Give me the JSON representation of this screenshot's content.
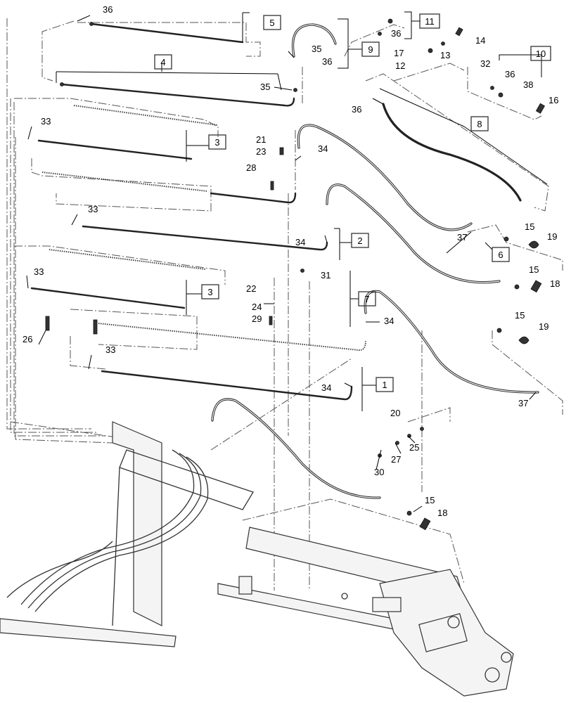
{
  "callouts": {
    "box_1": "1",
    "box_2": "2",
    "box_3a": "3",
    "box_3b": "3",
    "box_4": "4",
    "box_5": "5",
    "box_6": "6",
    "box_7": "7",
    "box_8": "8",
    "box_9": "9",
    "box_10": "10",
    "box_11": "11",
    "n12": "12",
    "n13": "13",
    "n14": "14",
    "n15a": "15",
    "n15b": "15",
    "n15c": "15",
    "n15d": "15",
    "n16": "16",
    "n17": "17",
    "n18a": "18",
    "n18b": "18",
    "n19a": "19",
    "n19b": "19",
    "n20": "20",
    "n21": "21",
    "n22": "22",
    "n23": "23",
    "n24": "24",
    "n25": "25",
    "n26": "26",
    "n27": "27",
    "n28": "28",
    "n29": "29",
    "n30": "30",
    "n31": "31",
    "n32": "32",
    "n33a": "33",
    "n33b": "33",
    "n33c": "33",
    "n33d": "33",
    "n34a": "34",
    "n34b": "34",
    "n34c": "34",
    "n34d": "34",
    "n35a": "35",
    "n35b": "35",
    "n36a": "36",
    "n36b": "36",
    "n36c": "36",
    "n36d": "36",
    "n36e": "36",
    "n37a": "37",
    "n37b": "37",
    "n38": "38"
  }
}
